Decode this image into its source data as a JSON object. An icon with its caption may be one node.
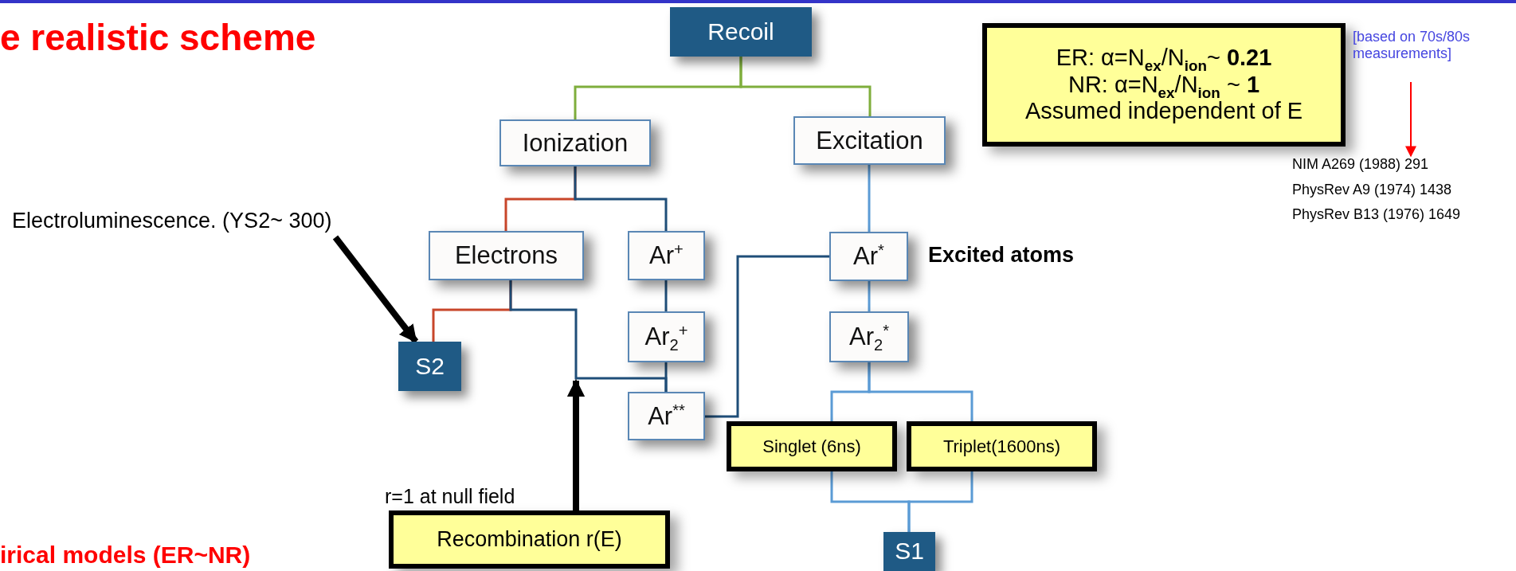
{
  "diagram": {
    "title": "e realistic scheme",
    "nodes": [
      {
        "text": [
          "Recoil"
        ]
      },
      {
        "text": [
          "ER: α=N$_{ex}$/N$_{ion}$~ **0.21**",
          "NR: α=N$_{ex}$/N$_{ion}$ ~ **1**",
          "Assumed independent of E"
        ]
      },
      {
        "text": [
          "[based on 70s/80s measurements]"
        ]
      },
      {
        "text": [
          "Ionization"
        ]
      },
      {
        "text": [
          "Excitation"
        ]
      },
      {
        "text": [
          "NIM A269 (1988) 291",
          "PhysRev A9 (1974) 1438",
          "PhysRev B13 (1976) 1649"
        ]
      },
      {
        "text": [
          "Electroluminescence. (YS2~ 300)"
        ]
      },
      {
        "text": [
          "Electrons"
        ]
      },
      {
        "text": [
          "Ar$^{+}$"
        ]
      },
      {
        "text": [
          "Ar$^{*}$"
        ],
        "beside": [
          "Excited atoms"
        ]
      },
      {
        "text": [
          "Ar$_{2}$$^{+}$"
        ]
      },
      {
        "text": [
          "Ar$_{2}$$^{*}$"
        ]
      },
      {
        "text": [
          "S2"
        ]
      },
      {
        "text": [
          "Ar$^{**}$"
        ]
      },
      {
        "text": [
          "Singlet (6ns)"
        ]
      },
      {
        "text": [
          "Triplet(1600ns)"
        ]
      },
      {
        "text": [
          "Recombination r(E)"
        ],
        "beside": [
          "r=1 at null field"
        ]
      },
      {
        "text": [
          "S1"
        ]
      }
    ],
    "edges": [
      {
        "from": 0,
        "to": 3,
        "arrow": "none",
        "color": "#7fae3c"
      },
      {
        "from": 0,
        "to": 4,
        "arrow": "none",
        "color": "#7fae3c"
      },
      {
        "from": 3,
        "to": 7,
        "arrow": "none",
        "color": "#c8462a"
      },
      {
        "from": 3,
        "to": 8,
        "arrow": "none",
        "color": "#1f4e79"
      },
      {
        "from": 4,
        "to": 9,
        "arrow": "none"
      },
      {
        "from": 7,
        "to": 12,
        "arrow": "none",
        "color": "#c8462a"
      },
      {
        "from": 7,
        "to": 13,
        "arrow": "none",
        "color": "#1f4e79"
      },
      {
        "from": 8,
        "to": 10,
        "arrow": "none",
        "color": "#1f4e79"
      },
      {
        "from": 10,
        "to": 13,
        "arrow": "none",
        "color": "#1f4e79"
      },
      {
        "from": 13,
        "to": 9,
        "arrow": "none",
        "color": "#1f4e79"
      },
      {
        "from": 9,
        "to": 11,
        "arrow": "none"
      },
      {
        "from": 11,
        "to": 14,
        "arrow": "none"
      },
      {
        "from": 11,
        "to": 15,
        "arrow": "none"
      },
      {
        "from": 14,
        "to": 17,
        "arrow": "none"
      },
      {
        "from": 15,
        "to": 17,
        "arrow": "none"
      },
      {
        "from": 6,
        "to": 12,
        "arrow": "to",
        "style": "thick",
        "color": "#000000"
      },
      {
        "from": 16,
        "to": null,
        "arrow": "to",
        "style": "thick",
        "color": "#000000"
      },
      {
        "from": 2,
        "to": 5,
        "arrow": "to",
        "color": "#ff0000"
      }
    ],
    "labels": [
      "irical models (ER~NR)"
    ]
  }
}
